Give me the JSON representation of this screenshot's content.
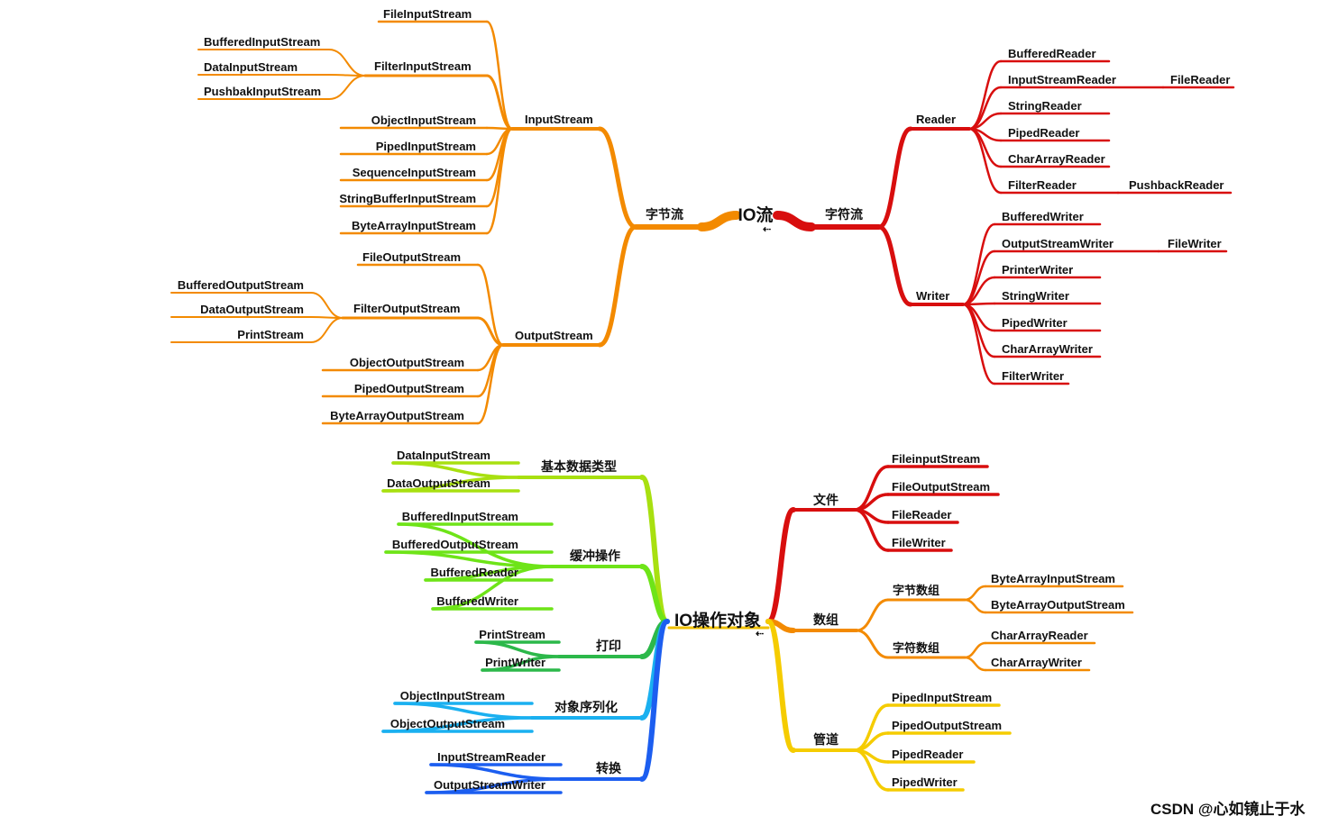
{
  "colors": {
    "byte": "#f38a00",
    "char": "#d80e0e",
    "basic": "#a8e010",
    "buffer": "#6ee418",
    "print": "#2cb84a",
    "serial": "#1ab0f0",
    "convert": "#1c5ef0",
    "file": "#d80e0e",
    "array": "#f38a00",
    "pipe": "#f5cc00"
  },
  "io_stream": {
    "root": "IO流",
    "byte_stream": {
      "label": "字节流",
      "input_stream": {
        "label": "InputStream",
        "file_input_stream": "FileInputStream",
        "filter_input_stream": {
          "label": "FilterInputStream",
          "children": [
            "BufferedInputStream",
            "DataInputStream",
            "PushbakInputStream"
          ]
        },
        "others": [
          "ObjectInputStream",
          "PipedInputStream",
          "SequenceInputStream",
          "StringBufferInputStream",
          "ByteArrayInputStream"
        ]
      },
      "output_stream": {
        "label": "OutputStream",
        "file_output_stream": "FileOutputStream",
        "filter_output_stream": {
          "label": "FilterOutputStream",
          "children": [
            "BufferedOutputStream",
            "DataOutputStream",
            "PrintStream"
          ]
        },
        "others": [
          "ObjectOutputStream",
          "PipedOutputStream",
          "ByteArrayOutputStream"
        ]
      }
    },
    "char_stream": {
      "label": "字符流",
      "reader": {
        "label": "Reader",
        "children": [
          "BufferedReader",
          "InputStreamReader",
          "StringReader",
          "PipedReader",
          "CharArrayReader",
          "FilterReader"
        ],
        "input_stream_reader_child": "FileReader",
        "filter_reader_child": "PushbackReader"
      },
      "writer": {
        "label": "Writer",
        "children": [
          "BufferedWriter",
          "OutputStreamWriter",
          "PrinterWriter",
          "StringWriter",
          "PipedWriter",
          "CharArrayWriter",
          "FilterWriter"
        ],
        "output_stream_writer_child": "FileWriter"
      }
    }
  },
  "io_objects": {
    "root": "IO操作对象",
    "basic_types": {
      "label": "基本数据类型",
      "children": [
        "DataInputStream",
        "DataOutputStream"
      ]
    },
    "buffer_ops": {
      "label": "缓冲操作",
      "children": [
        "BufferedInputStream",
        "BufferedOutputStream",
        "BufferedReader",
        "BufferedWriter"
      ]
    },
    "print": {
      "label": "打印",
      "children": [
        "PrintStream",
        "PrintWriter"
      ]
    },
    "serialization": {
      "label": "对象序列化",
      "children": [
        "ObjectInputStream",
        "ObjectOutputStream"
      ]
    },
    "conversion": {
      "label": "转换",
      "children": [
        "InputStreamReader",
        "OutputStreamWriter"
      ]
    },
    "file": {
      "label": "文件",
      "children": [
        "FileinputStream",
        "FileOutputStream",
        "FileReader",
        "FileWriter"
      ]
    },
    "array": {
      "label": "数组",
      "byte_array": {
        "label": "字节数组",
        "children": [
          "ByteArrayInputStream",
          "ByteArrayOutputStream"
        ]
      },
      "char_array": {
        "label": "字符数组",
        "children": [
          "CharArrayReader",
          "CharArrayWriter"
        ]
      }
    },
    "pipe": {
      "label": "管道",
      "children": [
        "PipedInputStream",
        "PipedOutputStream",
        "PipedReader",
        "PipedWriter"
      ]
    }
  },
  "watermark": "CSDN @心如镜止于水"
}
